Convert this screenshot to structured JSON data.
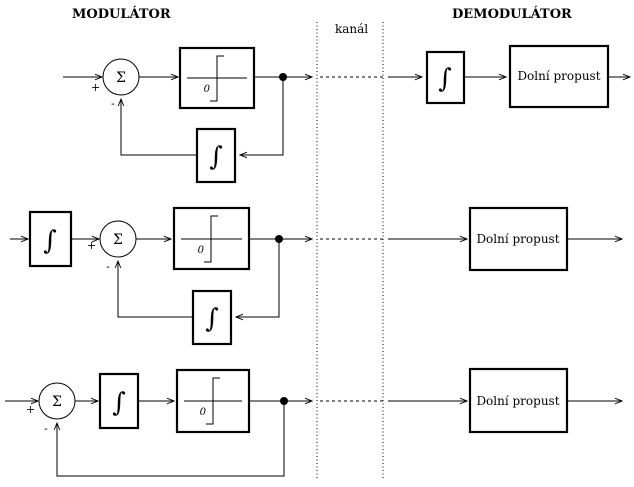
{
  "headers": {
    "modulator": "MODULÁTOR",
    "channel": "kanál",
    "demodulator": "DEMODULÁTOR"
  },
  "symbols": {
    "sum": "Σ",
    "integrator": "∫",
    "comparator_zero": "0",
    "plus": "+",
    "minus": "-"
  },
  "blocks": {
    "lowpass": "Dolní propust"
  }
}
